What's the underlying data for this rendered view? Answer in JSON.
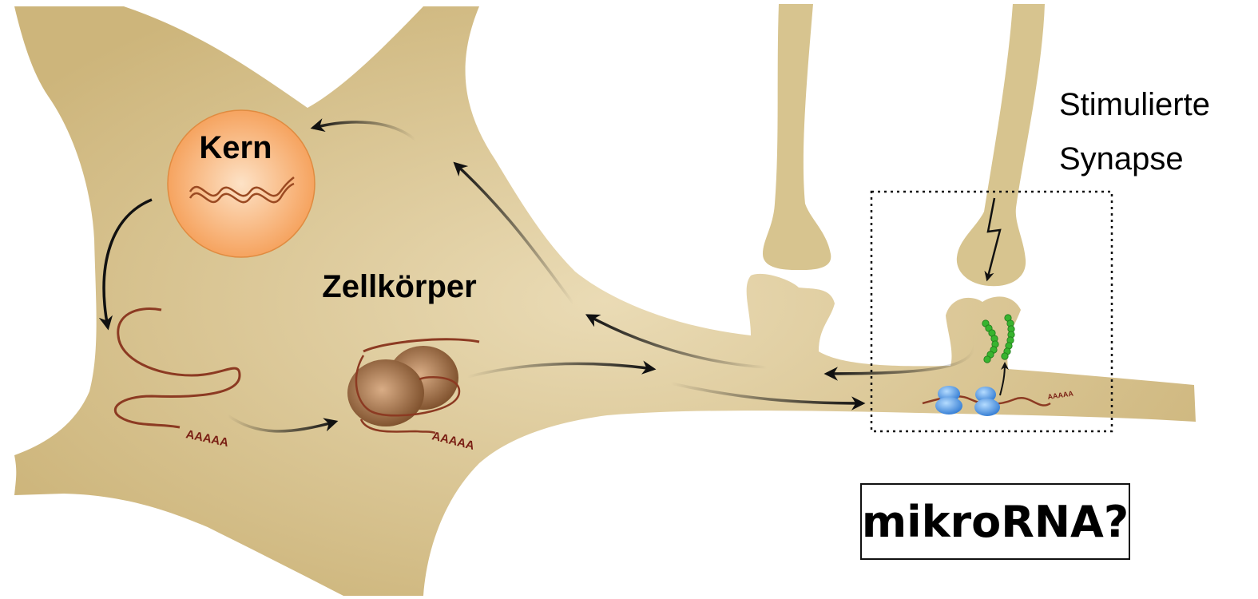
{
  "labels": {
    "nucleus": "Kern",
    "cell_body": "Zellkörper",
    "stimulated_line1": "Stimulierte",
    "stimulated_line2": "Synapse",
    "polyA_1": "AAAAA",
    "polyA_2": "AAAAA",
    "polyA_3": "AAAAA",
    "question": "mikroRNA?"
  },
  "colors": {
    "cell": "#cdb57b",
    "cell_light": "#e8d9b3",
    "nucleus": "#f7a05a",
    "nucleus_light": "#fde3c8",
    "mrna": "#8c3a22",
    "ribosome": "#8a5a33",
    "receptor": "#3f8be0",
    "protein": "#36b52f",
    "arrow": "#111111"
  },
  "icons": {
    "lightning": "lightning-icon",
    "dna": "dna-helix-icon"
  }
}
